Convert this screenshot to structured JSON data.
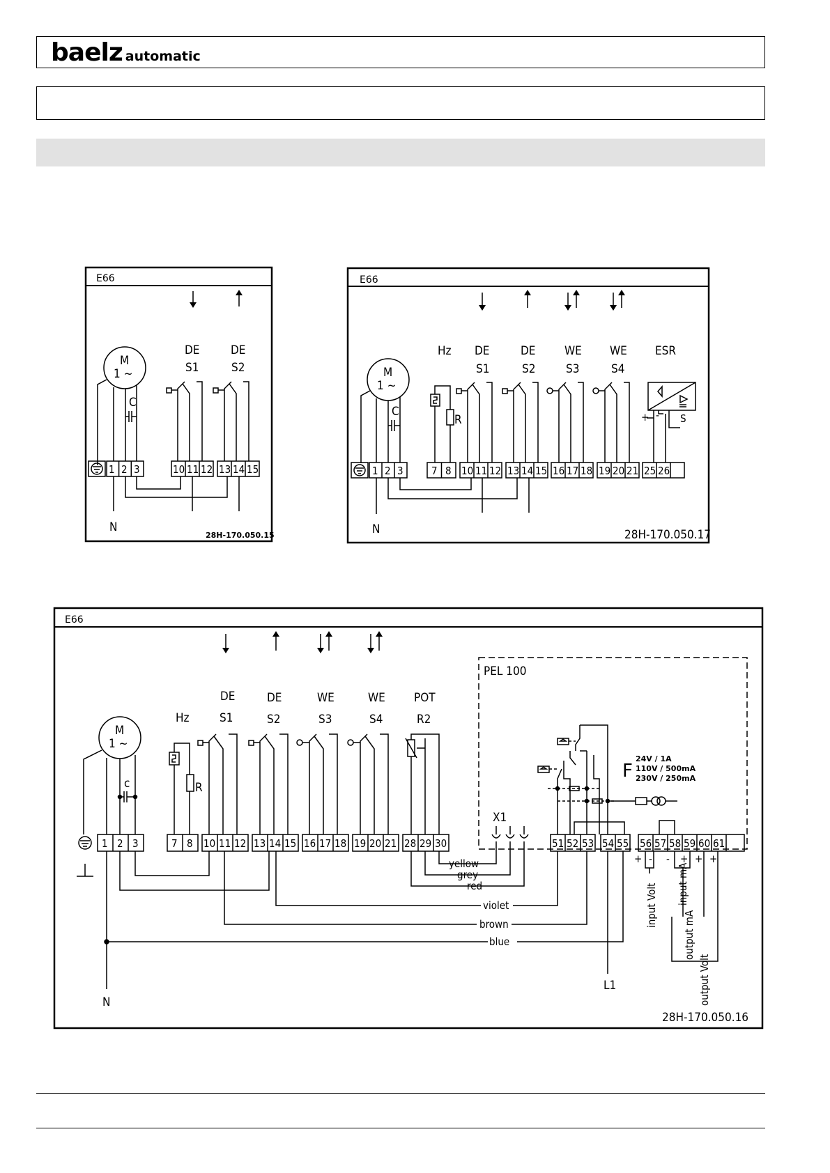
{
  "header": {
    "brand": "baelz",
    "brand_sub": "automatic"
  },
  "diagram_a": {
    "title": "E66",
    "labels": [
      "DE",
      "S1",
      "DE",
      "S2"
    ],
    "motor": [
      "M",
      "1 ~"
    ],
    "cap": "C",
    "terminals": [
      "1",
      "2",
      "3",
      "10",
      "11",
      "12",
      "13",
      "14",
      "15"
    ],
    "neutral": "N",
    "code": "28H-170.050.15"
  },
  "diagram_b": {
    "title": "E66",
    "labels": [
      "Hz",
      "DE",
      "S1",
      "DE",
      "S2",
      "WE",
      "S3",
      "WE",
      "S4",
      "ESR"
    ],
    "motor": [
      "M",
      "1 ~"
    ],
    "cap": "C",
    "resistor": "R",
    "terminals": [
      "1",
      "2",
      "3",
      "7",
      "8",
      "10",
      "11",
      "12",
      "13",
      "14",
      "15",
      "16",
      "17",
      "18",
      "19",
      "20",
      "21",
      "25",
      "26"
    ],
    "s": "S",
    "plus": "+",
    "minus": "-",
    "neutral": "N",
    "code": "28H-170.050.17"
  },
  "diagram_c": {
    "title": "E66",
    "labels": [
      "Hz",
      "DE",
      "S1",
      "DE",
      "S2",
      "WE",
      "S3",
      "WE",
      "S4",
      "POT",
      "R2"
    ],
    "motor": [
      "M",
      "1 ~"
    ],
    "cap": "c",
    "resistor": "R",
    "pel": "PEL 100",
    "x1": "X1",
    "fuse": [
      "24V  / 1A",
      "110V  / 500mA",
      "230V / 250mA"
    ],
    "fuse_f": "F",
    "terminals": [
      "1",
      "2",
      "3",
      "7",
      "8",
      "10",
      "11",
      "12",
      "13",
      "14",
      "15",
      "16",
      "17",
      "18",
      "19",
      "20",
      "21",
      "28",
      "29",
      "30",
      "51",
      "52",
      "53",
      "54",
      "55",
      "56",
      "57",
      "58",
      "59",
      "60",
      "61"
    ],
    "wires": [
      "yellow",
      "grey",
      "red",
      "violet",
      "brown",
      "blue"
    ],
    "signals": [
      "input Volt",
      "input mA",
      "output mA",
      "output Volt"
    ],
    "signs": [
      "+",
      "-",
      "-",
      "+",
      "+",
      "+"
    ],
    "neutral": "N",
    "l1": "L1",
    "code": "28H-170.050.16"
  }
}
